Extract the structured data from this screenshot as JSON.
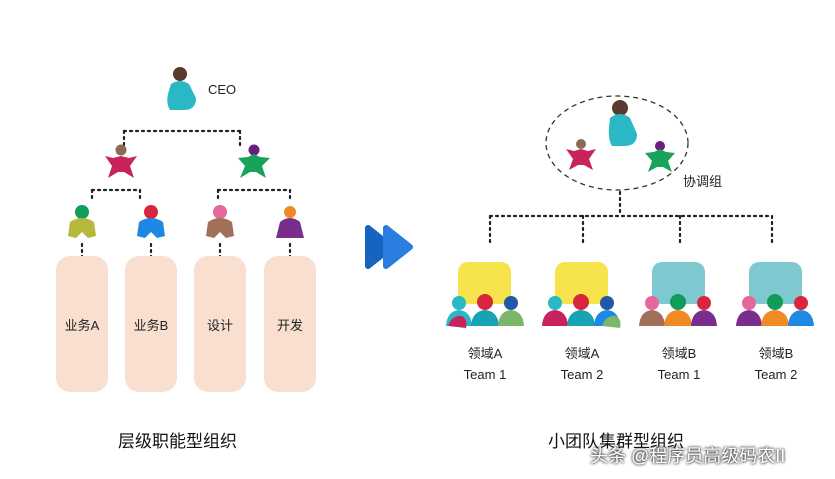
{
  "left": {
    "ceo_label": "CEO",
    "columns": [
      "业务A",
      "业务B",
      "设计",
      "开发"
    ],
    "caption": "层级职能型组织"
  },
  "right": {
    "coordination_label": "协调组",
    "teams": [
      {
        "line1": "领域A",
        "line2": "Team 1"
      },
      {
        "line1": "领域A",
        "line2": "Team 2"
      },
      {
        "line1": "领域B",
        "line2": "Team 1"
      },
      {
        "line1": "领域B",
        "line2": "Team 2"
      }
    ],
    "caption": "小团队集群型组织"
  },
  "watermark": "头条 @程序员高级码农II",
  "colors": {
    "ceo": "#2ab8c6",
    "magenta": "#c8235c",
    "green": "#18a35a",
    "column_fill": "#f9dfd0",
    "yellow_team": "#f7e34b",
    "teal_team": "#7ec9cf",
    "arrow": "#1565c0"
  }
}
